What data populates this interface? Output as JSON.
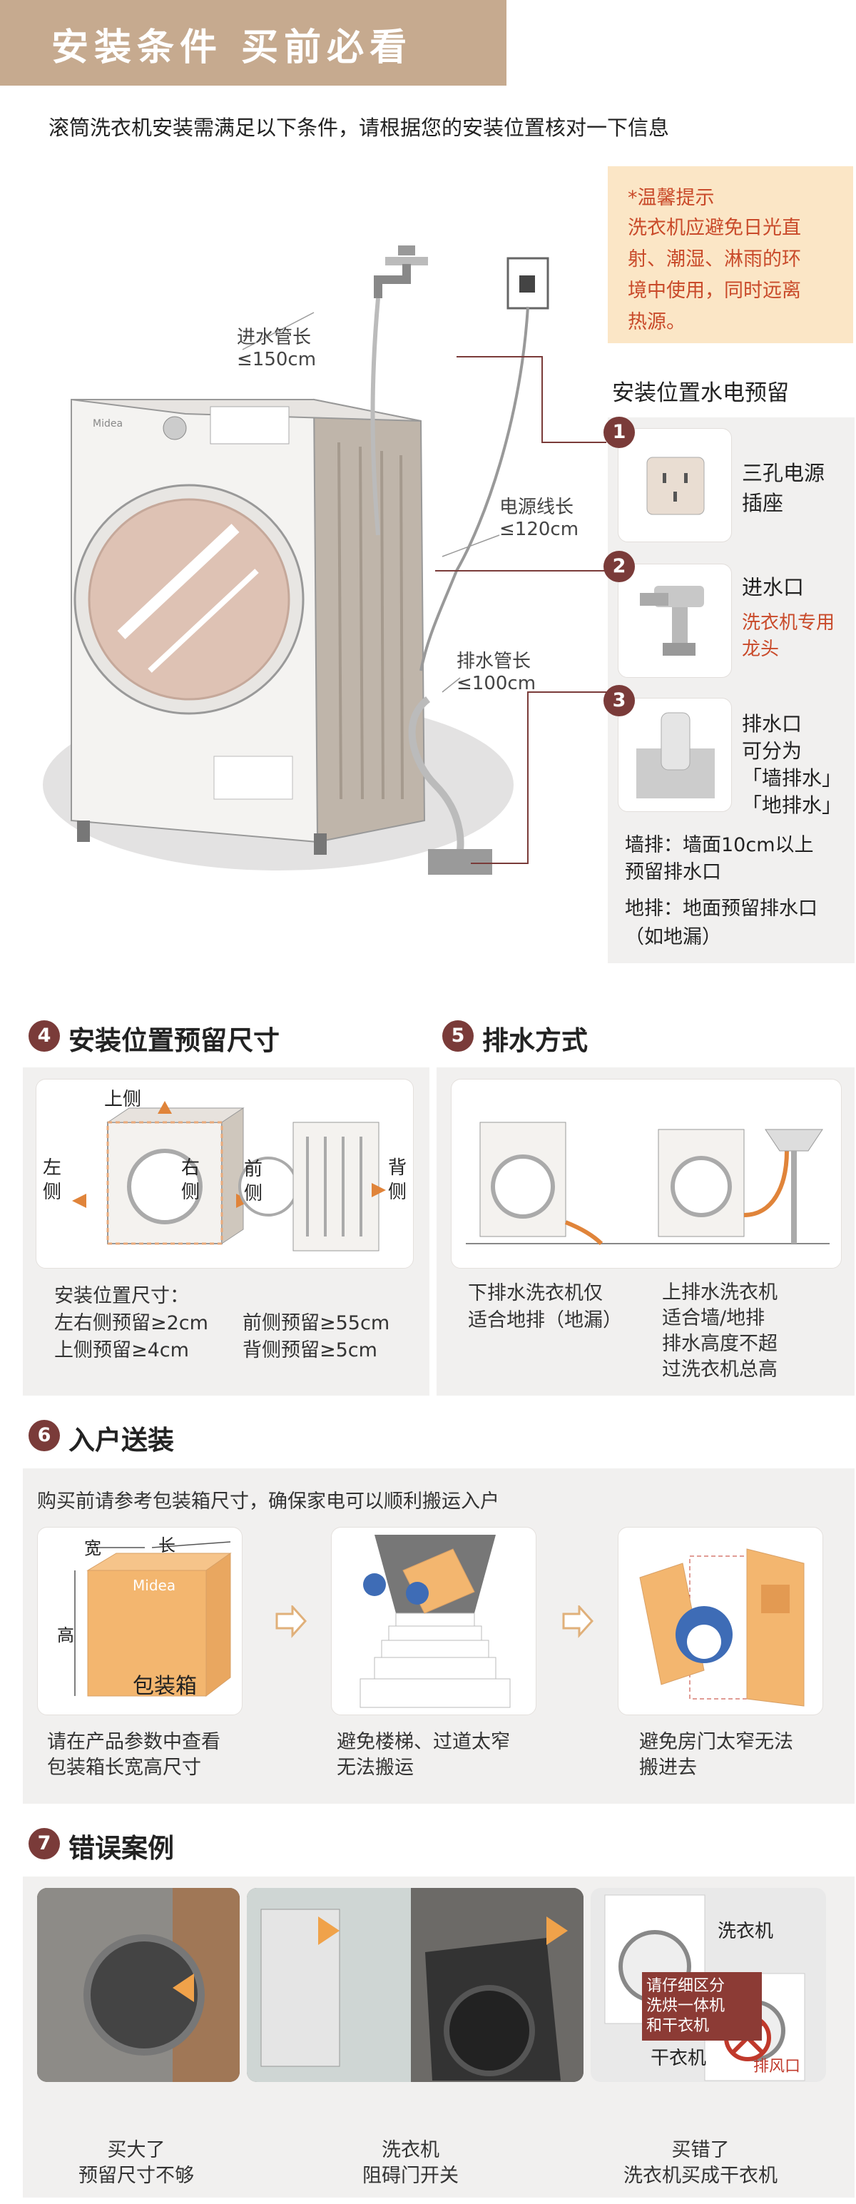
{
  "header": {
    "title": "安装条件 买前必看"
  },
  "intro": "滚筒洗衣机安装需满足以下条件，请根据您的安装位置核对一下信息",
  "tip": {
    "title": "*温馨提示",
    "lines": [
      "洗衣机应避免日光直",
      "射、潮湿、淋雨的环",
      "境中使用，同时远离",
      "热源。"
    ]
  },
  "diagram": {
    "brand": "Midea",
    "water_hose": [
      "进水管长",
      "≤150cm"
    ],
    "power_cord": [
      "电源线长",
      "≤120cm"
    ],
    "drain_hose": [
      "排水管长",
      "≤100cm"
    ]
  },
  "reserve": {
    "title": "安装位置水电预留",
    "items": [
      {
        "num": "1",
        "label_lines": [
          "三孔电源",
          "插座"
        ],
        "sub": []
      },
      {
        "num": "2",
        "label_lines": [
          "进水口"
        ],
        "sub": [
          "洗衣机专用",
          "龙头"
        ]
      },
      {
        "num": "3",
        "label_lines": [
          "排水口",
          "可分为",
          "「墙排水」",
          "「地排水」"
        ],
        "sub": []
      }
    ],
    "wall_note": [
      "墙排：墙面10cm以上",
      "预留排水口"
    ],
    "floor_note": [
      "地排：地面预留排水口",
      "（如地漏）"
    ]
  },
  "sec4": {
    "num": "4",
    "title": "安装位置预留尺寸",
    "labels": {
      "top": "上侧",
      "left": [
        "左",
        "侧"
      ],
      "right": [
        "右",
        "侧"
      ],
      "front": [
        "前",
        "侧"
      ],
      "back": [
        "背",
        "侧"
      ]
    },
    "dims_title": "安装位置尺寸：",
    "dims": [
      "左右侧预留≥2cm",
      "上侧预留≥4cm",
      "前侧预留≥55cm",
      "背侧预留≥5cm"
    ]
  },
  "sec5": {
    "num": "5",
    "title": "排水方式",
    "left_text": [
      "下排水洗衣机仅",
      "适合地排（地漏）"
    ],
    "right_text": [
      "上排水洗衣机",
      "适合墙/地排",
      "排水高度不超",
      "过洗衣机总高"
    ]
  },
  "sec6": {
    "num": "6",
    "title": "入户送装",
    "intro": "购买前请参考包装箱尺寸，确保家电可以顺利搬运入户",
    "box_labels": {
      "width": "宽",
      "length": "长",
      "height": "高",
      "box": "包装箱",
      "brand": "Midea"
    },
    "captions": [
      [
        "请在产品参数中查看",
        "包装箱长宽高尺寸"
      ],
      [
        "避免楼梯、过道太窄",
        "无法搬运"
      ],
      [
        "避免房门太窄无法",
        "搬进去"
      ]
    ]
  },
  "sec7": {
    "num": "7",
    "title": "错误案例",
    "photo3": {
      "washer": "洗衣机",
      "dryer": "干衣机",
      "warn": [
        "请仔细区分",
        "洗烘一体机",
        "和干衣机"
      ],
      "vent": "排风口"
    },
    "captions": [
      [
        "买大了",
        "预留尺寸不够"
      ],
      [
        "洗衣机",
        "阻碍门开关"
      ],
      [
        "买错了",
        "洗衣机买成干衣机"
      ]
    ]
  },
  "colors": {
    "title_bar": "#c6aa8f",
    "badge": "#7a3b39",
    "tip_bg": "#fbe6c6",
    "tip_text": "#c94a2a",
    "accent_orange": "#f0a24a"
  }
}
